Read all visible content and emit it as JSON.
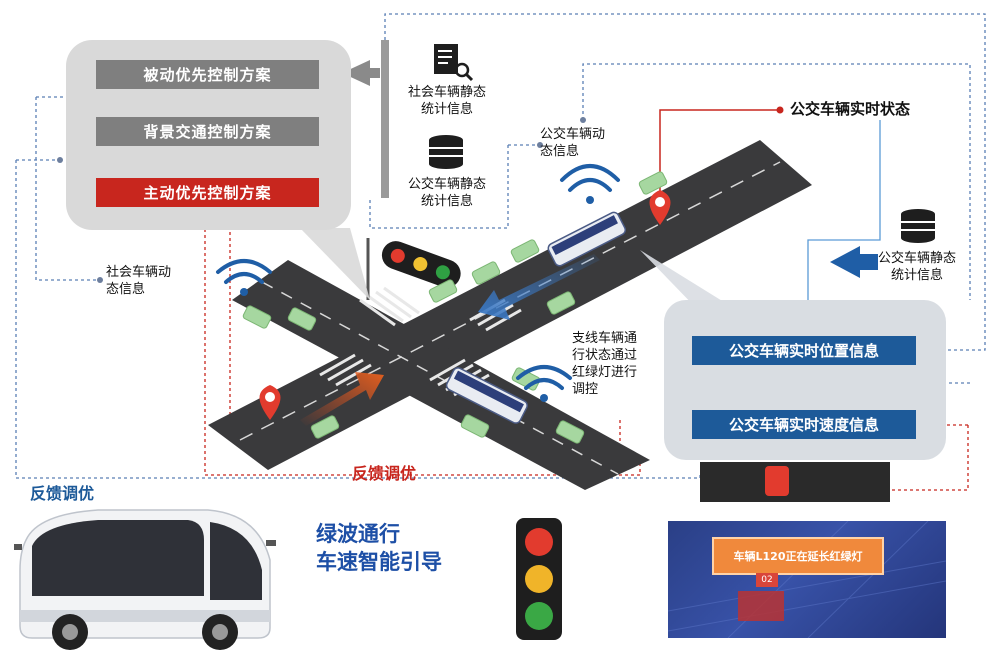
{
  "plans": {
    "passive": "被动优先控制方案",
    "background": "背景交通控制方案",
    "active": "主动优先控制方案"
  },
  "left_labels": {
    "social_dynamic": "社会车辆动\n态信息"
  },
  "center_labels": {
    "social_static": "社会车辆静态\n统计信息",
    "bus_static": "公交车辆静态\n统计信息",
    "bus_dynamic": "公交车辆动\n态信息",
    "branch_control": "支线车辆通\n行状态通过\n红绿灯进行\n调控"
  },
  "right_labels": {
    "bus_realtime_status": "公交车辆实时状态",
    "bus_static_right": "公交车辆静态\n统计信息",
    "bus_position": "公交车辆实时位置信息",
    "bus_speed": "公交车辆实时速度信息"
  },
  "feedback": {
    "red": "反馈调优",
    "blue": "反馈调优"
  },
  "bottom": {
    "green_wave_line1": "绿波通行",
    "green_wave_line2": "车速智能引导",
    "screen_banner": "车辆L120正在延长红绿灯",
    "screen_tag": "02"
  },
  "colors": {
    "red": "#c8261e",
    "blue": "#1d5a99",
    "grey_box": "#7f7f7f",
    "road": "#3a3a3c",
    "dotted_blue": "#5b7fb5"
  }
}
